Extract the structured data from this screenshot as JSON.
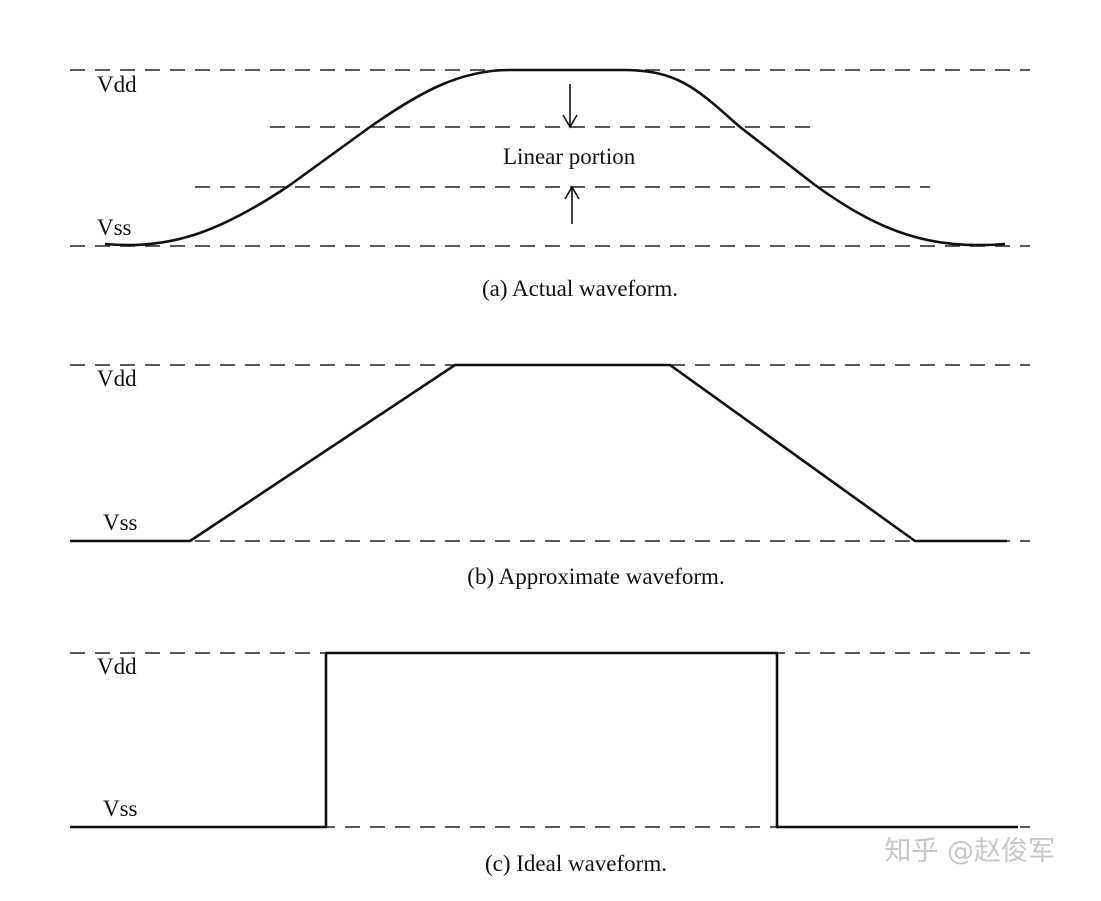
{
  "panel_a": {
    "vdd_label": "Vdd",
    "vss_label": "Vss",
    "annotation": "Linear portion",
    "caption": "(a) Actual waveform."
  },
  "panel_b": {
    "vdd_label": "Vdd",
    "vss_label": "Vss",
    "caption": "(b) Approximate waveform."
  },
  "panel_c": {
    "vdd_label": "Vdd",
    "vss_label": "Vss",
    "caption": "(c) Ideal waveform."
  },
  "watermark": "知乎 @赵俊军"
}
